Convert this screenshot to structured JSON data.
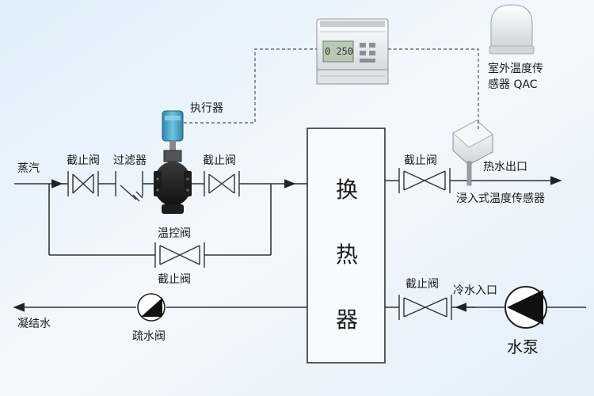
{
  "labels": {
    "steam": "蒸汽",
    "stop_valve": "截止阀",
    "filter": "过滤器",
    "temp_control_valve": "温控阀",
    "actuator": "执行器",
    "outdoor_sensor": [
      "室外温度传",
      "感器 QAC"
    ],
    "hot_water_out": "热水出口",
    "immersion_sensor": "浸入式温度传感器",
    "heat_exchanger": [
      "换",
      "热",
      "器"
    ],
    "cold_water_in": "冷水入口",
    "condensate": "凝结水",
    "drain_valve": "疏水阀",
    "water_pump": "水泵"
  },
  "controller": {
    "display": "0 250"
  },
  "colors": {
    "background": "#eaf3fb",
    "line": "#333333",
    "dashed": "#555555",
    "actuator_blue": "#4fa8c8"
  }
}
